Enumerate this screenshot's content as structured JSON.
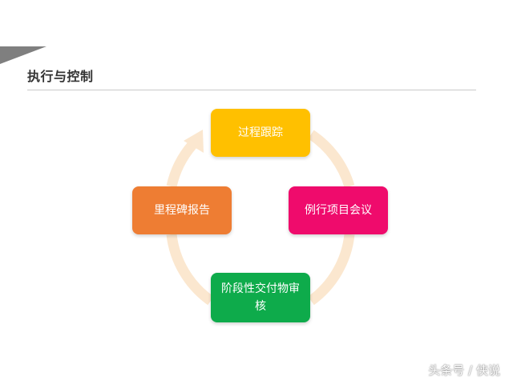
{
  "slide": {
    "title": "执行与控制"
  },
  "cycle": {
    "nodes": {
      "tracking": {
        "label": "过程跟踪"
      },
      "meeting": {
        "label": "例行项目会议"
      },
      "review": {
        "label": "阶段性交付物审核"
      },
      "report": {
        "label": "里程碑报告"
      }
    }
  },
  "watermark": {
    "text": "头条号 / 侠说"
  },
  "colors": {
    "tracking": "#ffc000",
    "meeting": "#ef0b6c",
    "review": "#0eab4b",
    "report": "#ee7d33",
    "ring": "#fbe7cf",
    "corner": "#7f7f7f"
  }
}
